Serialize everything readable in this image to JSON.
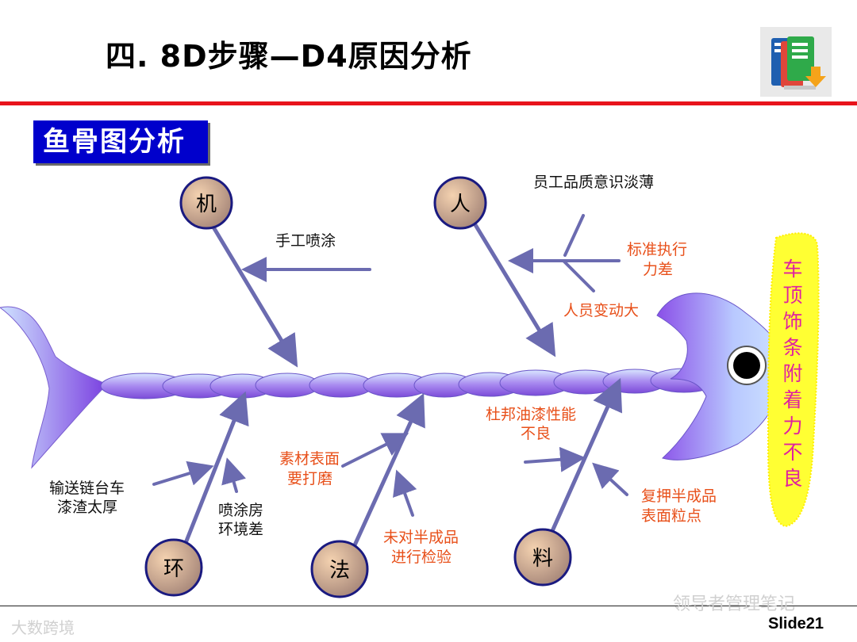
{
  "header": {
    "title": "四. 8D步骤—D4原因分析",
    "book_icon": "books-download-icon"
  },
  "section": {
    "label": "鱼骨图分析"
  },
  "fishbone": {
    "effect": [
      "车",
      "顶",
      "饰",
      "条",
      "附",
      "着",
      "力",
      "不",
      "良"
    ],
    "categories": {
      "machine": "机",
      "man": "人",
      "environment": "环",
      "method": "法",
      "material": "料"
    },
    "causes": {
      "manual_spray": "手工喷涂",
      "quality_awareness": "员工品质意识淡薄",
      "standard_exec_1": "标准执行",
      "standard_exec_2": "力差",
      "staff_change": "人员变动大",
      "paint_perf_1": "杜邦油漆性能",
      "paint_perf_2": "不良",
      "conveyor_1": "输送链台车",
      "conveyor_2": "漆渣太厚",
      "spray_room_1": "喷涂房",
      "spray_room_2": "环境差",
      "surface_1": "素材表面",
      "surface_2": "要打磨",
      "no_inspect_1": "未对半成品",
      "no_inspect_2": "进行检验",
      "particles_1": "复押半成品",
      "particles_2": "表面粒点"
    }
  },
  "footer": {
    "slide_number": "Slide21",
    "watermark_right": "领导者管理笔记",
    "watermark_left": "大数跨境"
  },
  "colors": {
    "accent_red": "#e8141b",
    "section_blue": "#0000cc",
    "bone": "#6b6bb0",
    "cause_orange": "#e8501a",
    "effect_yellow": "#ffff33"
  }
}
